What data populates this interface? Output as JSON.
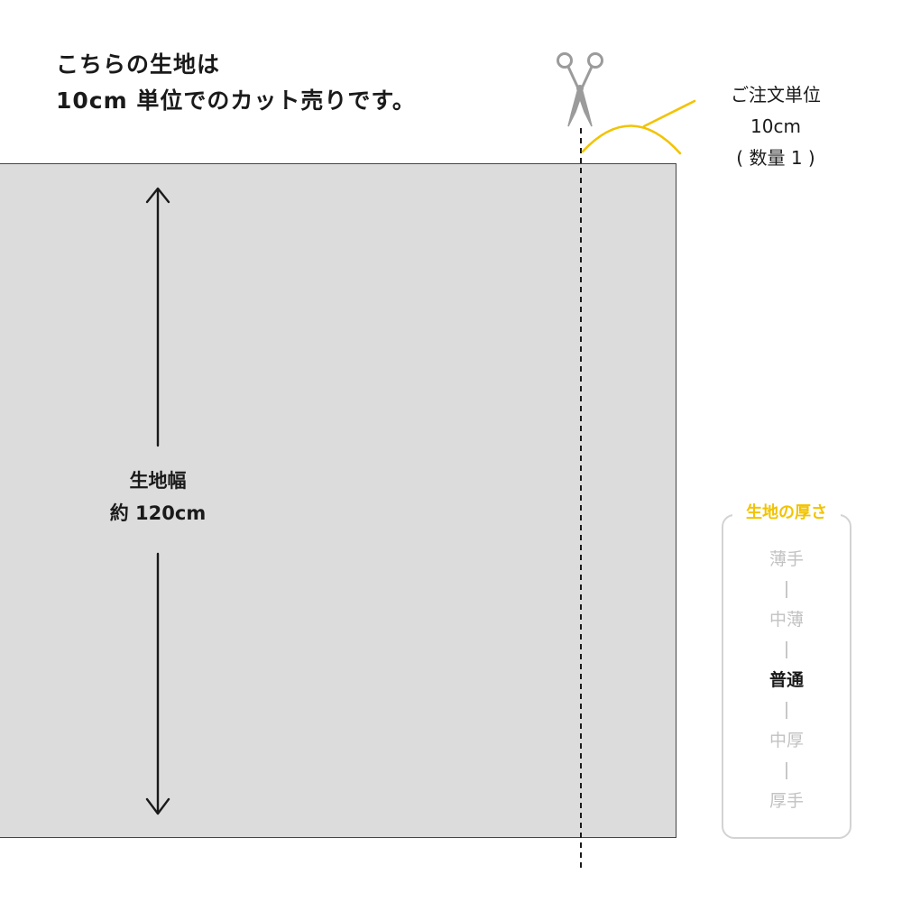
{
  "headline": {
    "line1": "こちらの生地は",
    "line2": "10cm 単位でのカット売りです。"
  },
  "order_unit": {
    "line1": "ご注文単位",
    "line2": "10cm",
    "line3": "( 数量 1 )"
  },
  "fabric_width": {
    "label": "生地幅",
    "value": "約 120cm"
  },
  "thickness": {
    "title": "生地の厚さ",
    "levels": [
      "薄手",
      "中薄",
      "普通",
      "中厚",
      "厚手"
    ],
    "selected": "普通"
  },
  "colors": {
    "fabric": "#dcdcdc",
    "accent": "#f2c300",
    "scissors": "#9b9b9b",
    "inactive_text": "#c2c2c2"
  },
  "icons": {
    "scissors": "scissors-icon",
    "arrow": "double-headed-arrow"
  }
}
